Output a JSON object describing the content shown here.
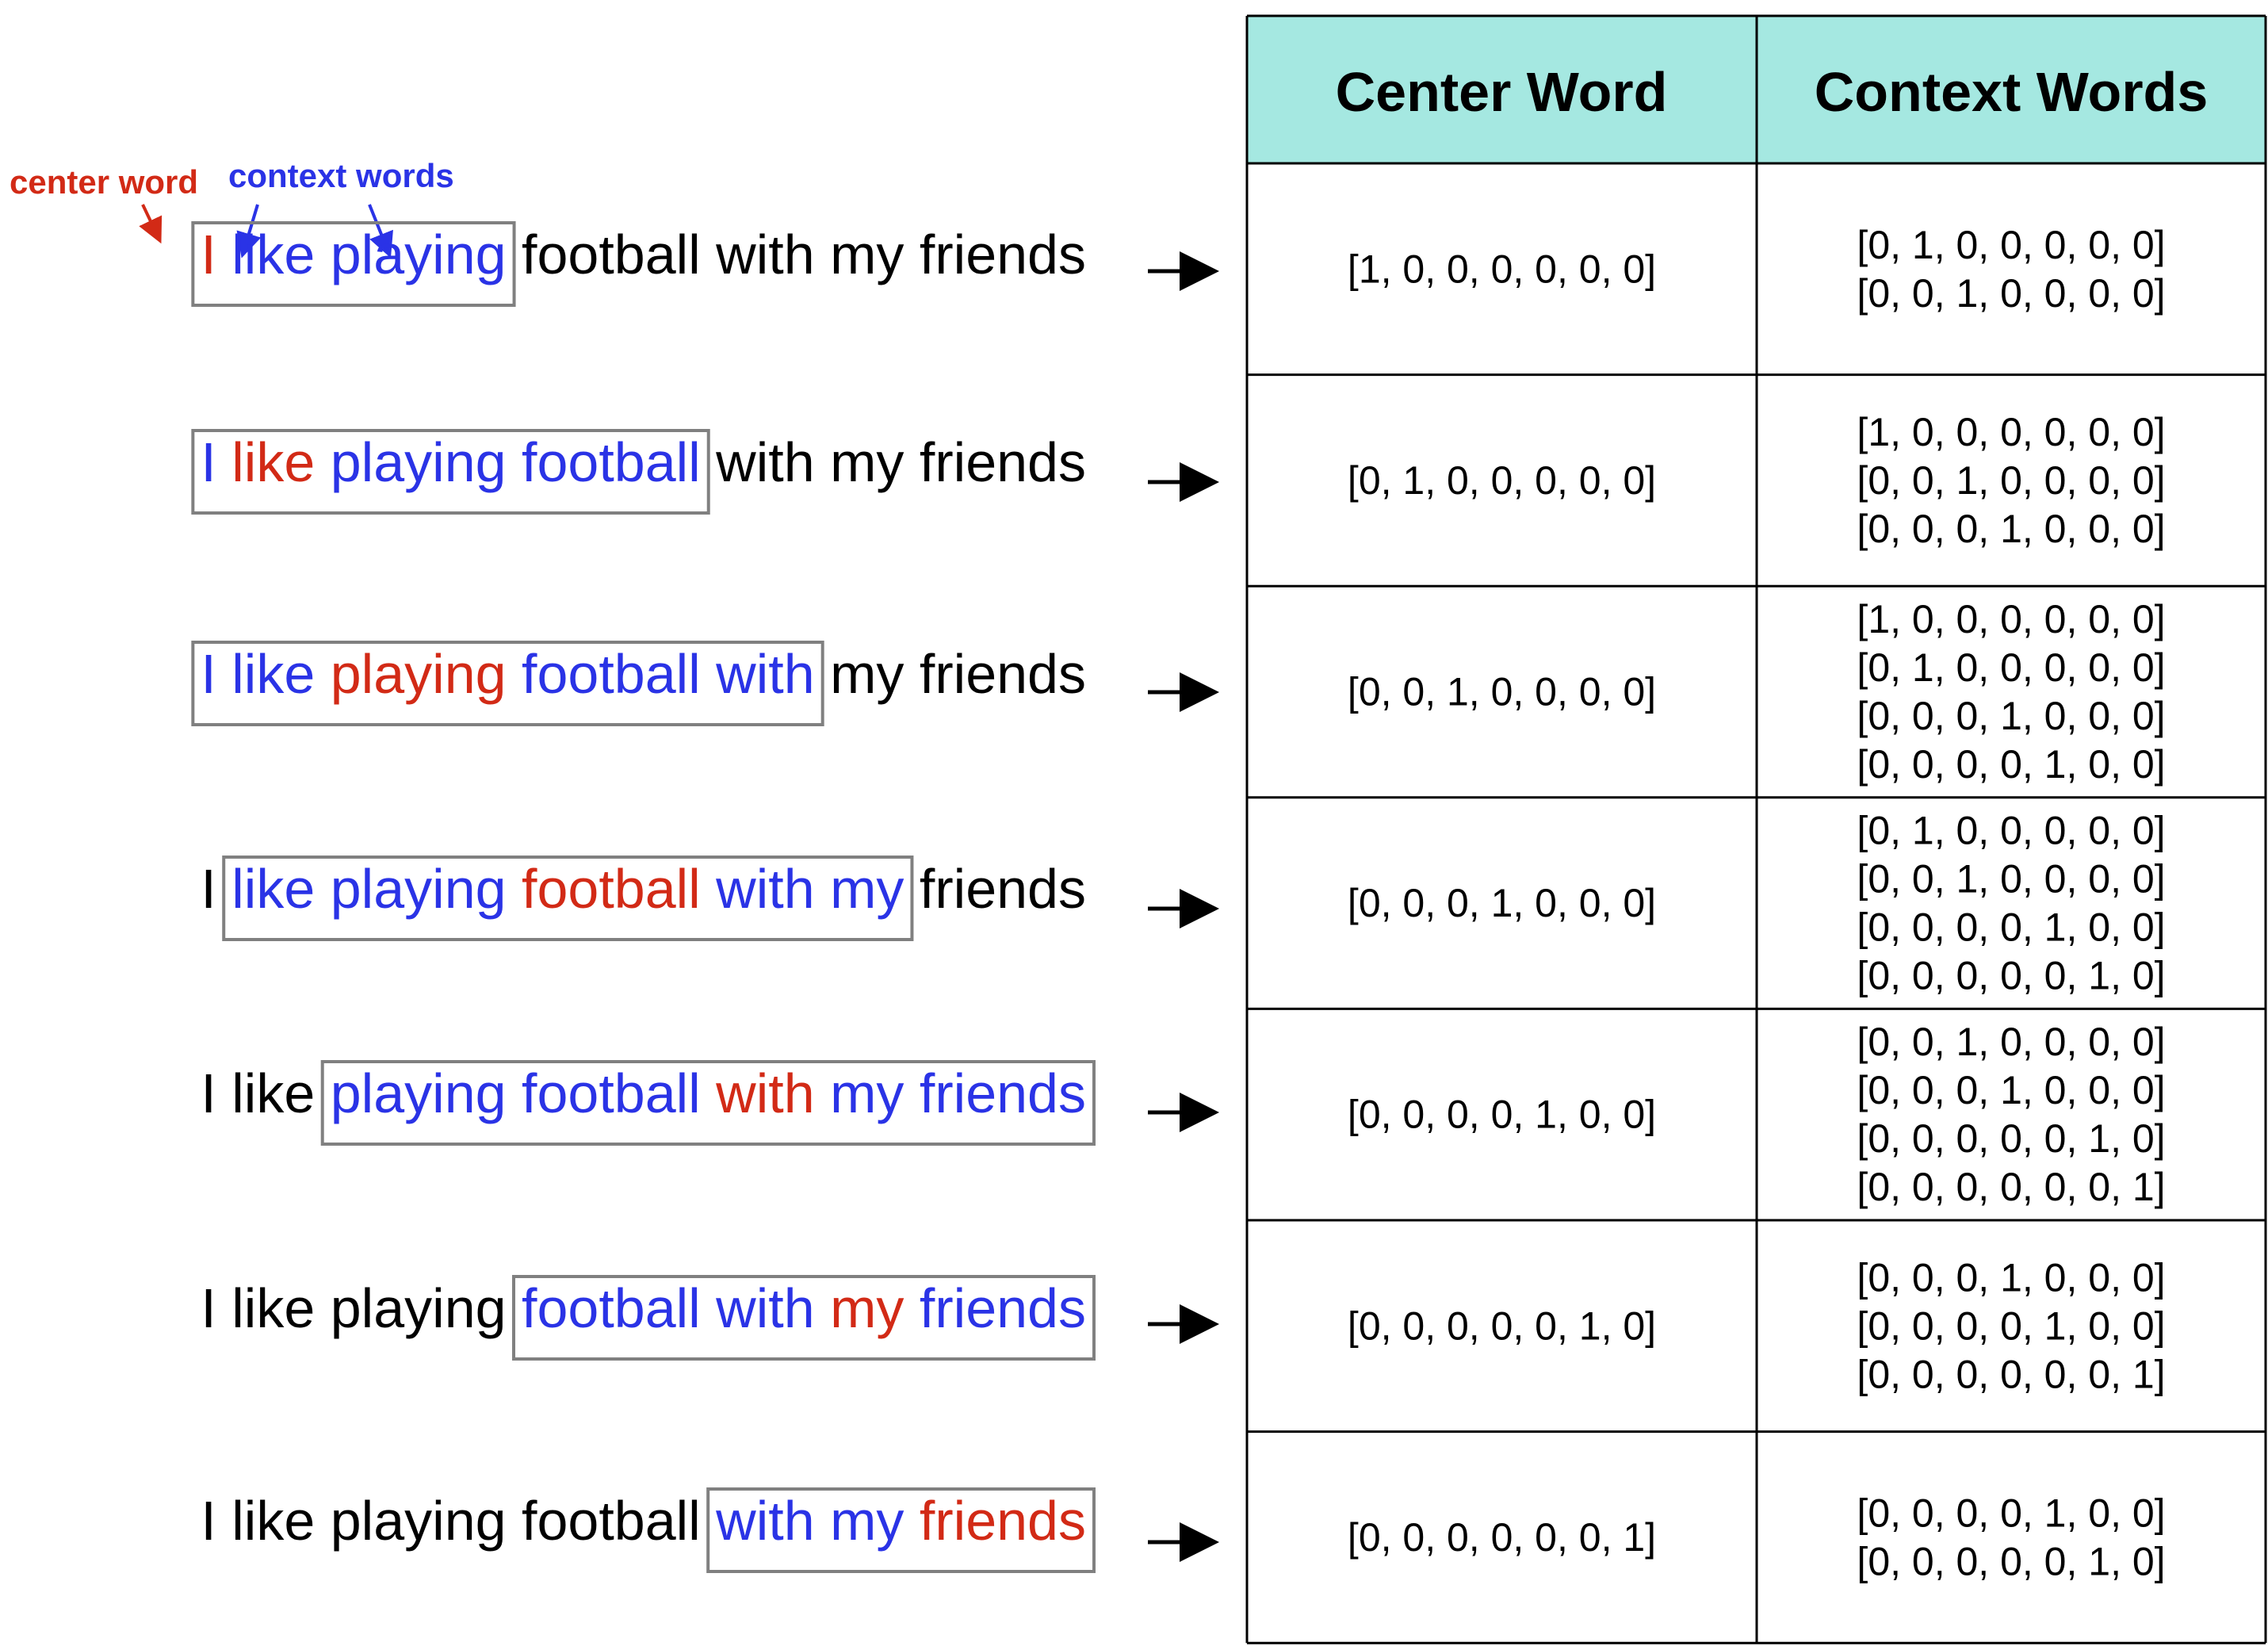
{
  "colors": {
    "center": "#d22a16",
    "context": "#2a33e6",
    "other": "#000000",
    "header_bg": "#a5e8e1",
    "box": "#808080"
  },
  "annotations": {
    "center_label": "center word",
    "context_label": "context words"
  },
  "table": {
    "headers": [
      "Center Word",
      "Context Words"
    ],
    "rows": [
      {
        "center": "[1, 0, 0, 0, 0, 0, 0]",
        "context": [
          "[0, 1, 0, 0, 0, 0, 0]",
          "[0, 0, 1, 0, 0, 0, 0]"
        ]
      },
      {
        "center": "[0, 1, 0, 0, 0, 0, 0]",
        "context": [
          "[1, 0, 0, 0, 0, 0, 0]",
          "[0, 0, 1, 0, 0, 0, 0]",
          "[0, 0, 0, 1, 0, 0, 0]"
        ]
      },
      {
        "center": "[0, 0, 1, 0, 0, 0, 0]",
        "context": [
          "[1, 0, 0, 0, 0, 0, 0]",
          "[0, 1, 0, 0, 0, 0, 0]",
          "[0, 0, 0, 1, 0, 0, 0]",
          "[0, 0, 0, 0, 1, 0, 0]"
        ]
      },
      {
        "center": "[0, 0, 0, 1, 0, 0, 0]",
        "context": [
          "[0, 1, 0, 0, 0, 0, 0]",
          "[0, 0, 1, 0, 0, 0, 0]",
          "[0, 0, 0, 0, 1, 0, 0]",
          "[0, 0, 0, 0, 0, 1, 0]"
        ]
      },
      {
        "center": "[0, 0, 0, 0, 1, 0, 0]",
        "context": [
          "[0, 0, 1, 0, 0, 0, 0]",
          "[0, 0, 0, 1, 0, 0, 0]",
          "[0, 0, 0, 0, 0, 1, 0]",
          "[0, 0, 0, 0, 0, 0, 1]"
        ]
      },
      {
        "center": "[0, 0, 0, 0, 0, 1, 0]",
        "context": [
          "[0, 0, 0, 1, 0, 0, 0]",
          "[0, 0, 0, 0, 1, 0, 0]",
          "[0, 0, 0, 0, 0, 0, 1]"
        ]
      },
      {
        "center": "[0, 0, 0, 0, 0, 0, 1]",
        "context": [
          "[0, 0, 0, 0, 1, 0, 0]",
          "[0, 0, 0, 0, 0, 1, 0]"
        ]
      }
    ]
  },
  "sentence": {
    "words": [
      "I",
      "like",
      "playing",
      "football",
      "with",
      "my",
      "friends"
    ]
  },
  "windows": [
    {
      "center": 0,
      "context": [
        1,
        2
      ]
    },
    {
      "center": 1,
      "context": [
        0,
        2,
        3
      ]
    },
    {
      "center": 2,
      "context": [
        0,
        1,
        3,
        4
      ]
    },
    {
      "center": 3,
      "context": [
        1,
        2,
        4,
        5
      ]
    },
    {
      "center": 4,
      "context": [
        2,
        3,
        5,
        6
      ]
    },
    {
      "center": 5,
      "context": [
        3,
        4,
        6
      ]
    },
    {
      "center": 6,
      "context": [
        4,
        5
      ]
    }
  ]
}
